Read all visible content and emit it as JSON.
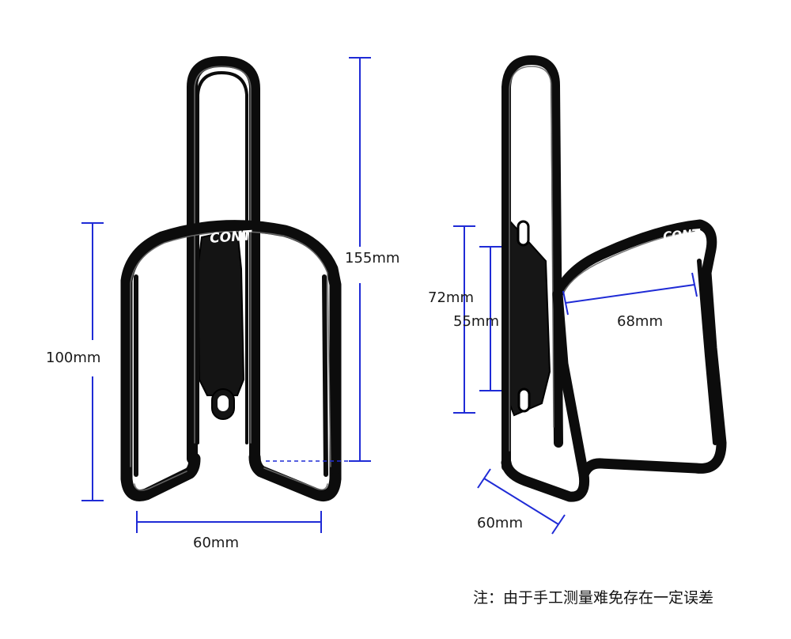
{
  "brand_logo_text": "CONT",
  "front_view": {
    "height_total_label": "155mm",
    "cage_height_label": "100mm",
    "width_label": "60mm"
  },
  "side_view": {
    "mount_length_label": "72mm",
    "hole_spacing_label": "55mm",
    "opening_width_label": "68mm",
    "depth_label": "60mm"
  },
  "note_text": "注：由于手工测量难免存在一定误差",
  "colors": {
    "dimension_line": "#1f2bd6",
    "product_metal": "#0c0c0c",
    "background": "#ffffff"
  }
}
